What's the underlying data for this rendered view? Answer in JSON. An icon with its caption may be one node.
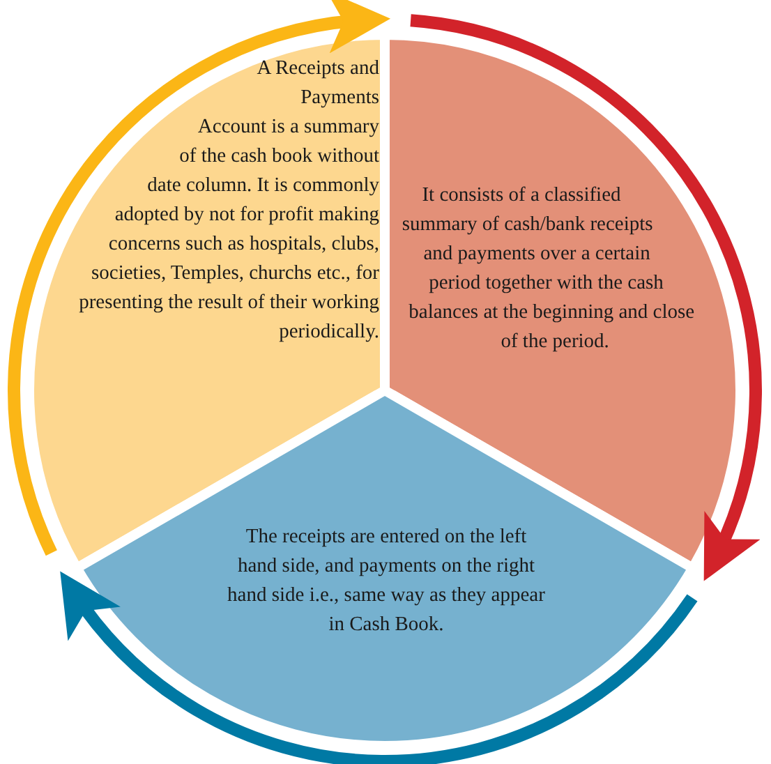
{
  "diagram": {
    "nodes": [
      {
        "text": [
          "A Receipts and Payments Account is a summary of the cash book without date column. It is commonly adopted by not for profit making concerns such as hospitals, clubs, societies, Temples, churchs etc., for presenting the result of their working periodically."
        ]
      },
      {
        "text": [
          "It consists of a classified summary of cash/bank receipts and payments over a certain period together with the cash balances at the beginning and close of the period."
        ]
      },
      {
        "text": [
          "The receipts are entered on the left hand side, and payments on the right hand side i.e., same way as they appear in Cash Book."
        ]
      }
    ],
    "edges": [
      {
        "from": 0,
        "to": 1,
        "arrow": "to",
        "color": "#fbb616"
      },
      {
        "from": 1,
        "to": 2,
        "arrow": "to",
        "color": "#d2232a"
      },
      {
        "from": 2,
        "to": 0,
        "arrow": "to",
        "color": "#0079a4"
      }
    ]
  }
}
